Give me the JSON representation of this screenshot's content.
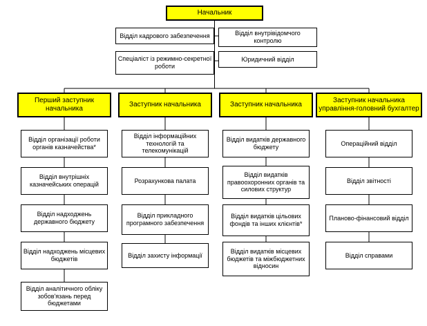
{
  "org": {
    "root": {
      "label": "Начальник"
    },
    "staff": [
      "Відділ кадрового забезпечення",
      "Відділ внутрівідомчого контролю",
      "Спеціаліст із режимно-секретної роботи",
      "Юридичний відділ"
    ],
    "columns": [
      {
        "deputy": "Перший заступник начальника",
        "items": [
          "Відділ організації роботи органів казначейства*",
          "Відділ внутрішніх казначейських операцій",
          "Відділ надходжень державного бюджету",
          "Відділ надходжень місцевих бюджетів",
          "Відділ аналітичного обліку зобов'язань перед бюджетами"
        ]
      },
      {
        "deputy": "Заступник начальника",
        "items": [
          "Відділ інформаційних технологій та телекомунікацій",
          "Розрахункова палата",
          "Відділ прикладного програмного забезпечення",
          "Відділ захисту інформації"
        ]
      },
      {
        "deputy": "Заступник начальника",
        "items": [
          "Відділ видатків державного бюджету",
          "Відділ видатків правоохоронних органів та силових структур",
          "Відділ видатків цільових фондів та інших клієнтів*",
          "Відділ видатків місцевих бюджетів та міжбюджетних відносин"
        ]
      },
      {
        "deputy": "Заступник начальника управління-головний бухгалтер",
        "items": [
          "Операційний відділ",
          "Відділ звітності",
          "Планово-фінансовий відділ",
          "Відділ справами"
        ]
      }
    ],
    "colors": {
      "highlight": "#FFFF00",
      "border": "#000000",
      "box_bg": "#FFFFFF"
    }
  }
}
